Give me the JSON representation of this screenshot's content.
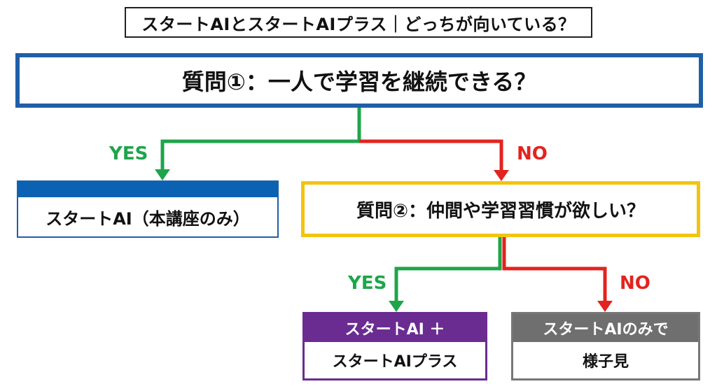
{
  "title": "スタートAIとスタートAIプラス｜どっちが向いている？",
  "question1": "質問①：一人で学習を継続できる？",
  "question2": "質問②：仲間や学習習慣が欲しい？",
  "branch_yes": "YES",
  "branch_no": "NO",
  "result_start_ai": "スタートAI（本講座のみ）",
  "result_plus": {
    "header": "スタートAI ＋",
    "body": "スタートAIプラス"
  },
  "result_wait": {
    "header": "スタートAIのみで",
    "body": "様子見"
  },
  "colors": {
    "yes": "#1ea54a",
    "no": "#e3231f",
    "q1_border": "#1f5fa8",
    "q2_border": "#f2c40f",
    "plus": "#6a2c91",
    "wait": "#6f6f6f"
  }
}
